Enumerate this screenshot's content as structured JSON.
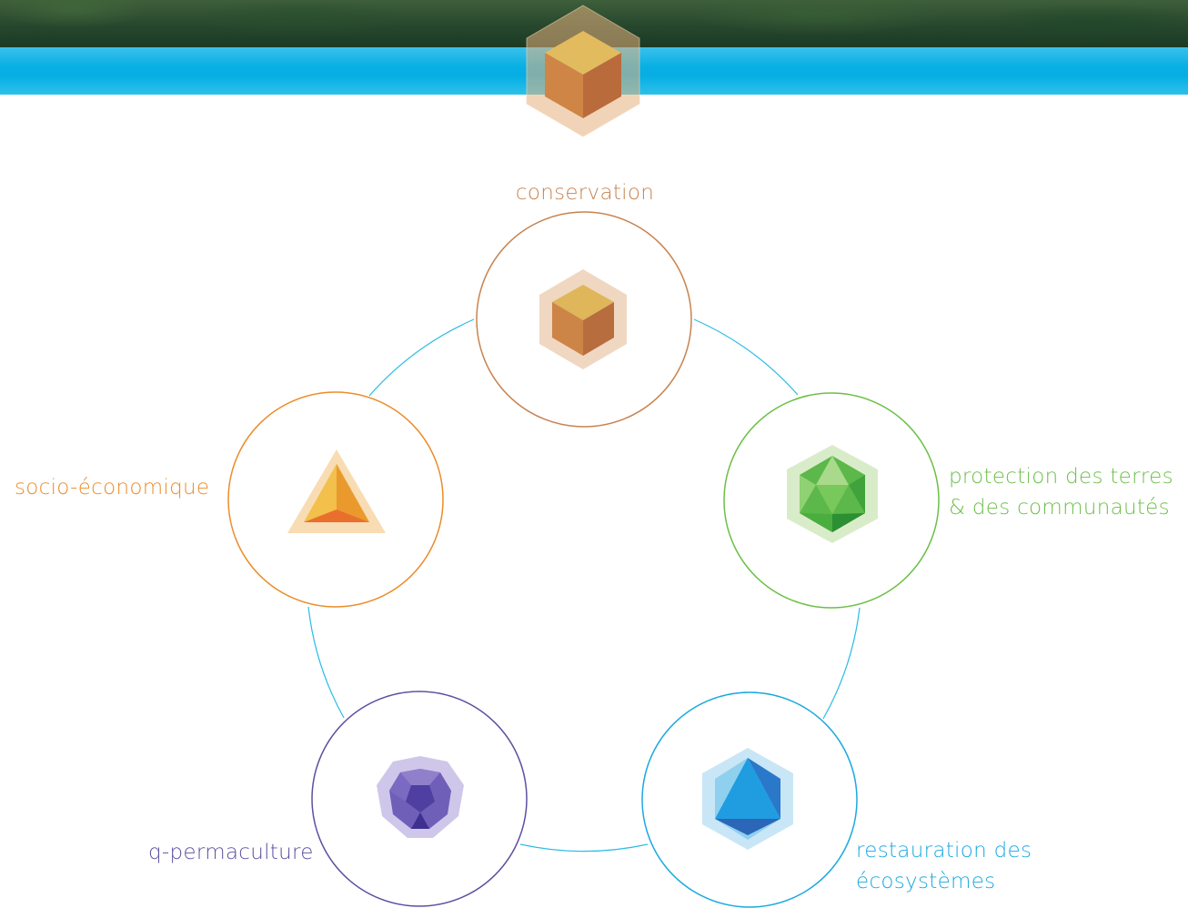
{
  "diagram": {
    "nodes": [
      {
        "id": "conservation",
        "label_lines": [
          "conservation"
        ],
        "color": "#c8834f",
        "icon": "cube-icon"
      },
      {
        "id": "protection",
        "label_lines": [
          "protection des terres",
          "& des communautés"
        ],
        "color": "#6cbf47",
        "icon": "icosahedron-icon"
      },
      {
        "id": "restauration",
        "label_lines": [
          "restauration des",
          "écosystèmes"
        ],
        "color": "#1ba9df",
        "icon": "octahedron-icon"
      },
      {
        "id": "permaculture",
        "label_lines": [
          "q-permaculture"
        ],
        "color": "#5f4fa0",
        "icon": "dodecahedron-icon"
      },
      {
        "id": "socio",
        "label_lines": [
          "socio-économique"
        ],
        "color": "#eb8c2a",
        "icon": "tetrahedron-icon"
      }
    ],
    "ring_color": "#2cbde6",
    "header_icon": "cube-icon"
  }
}
